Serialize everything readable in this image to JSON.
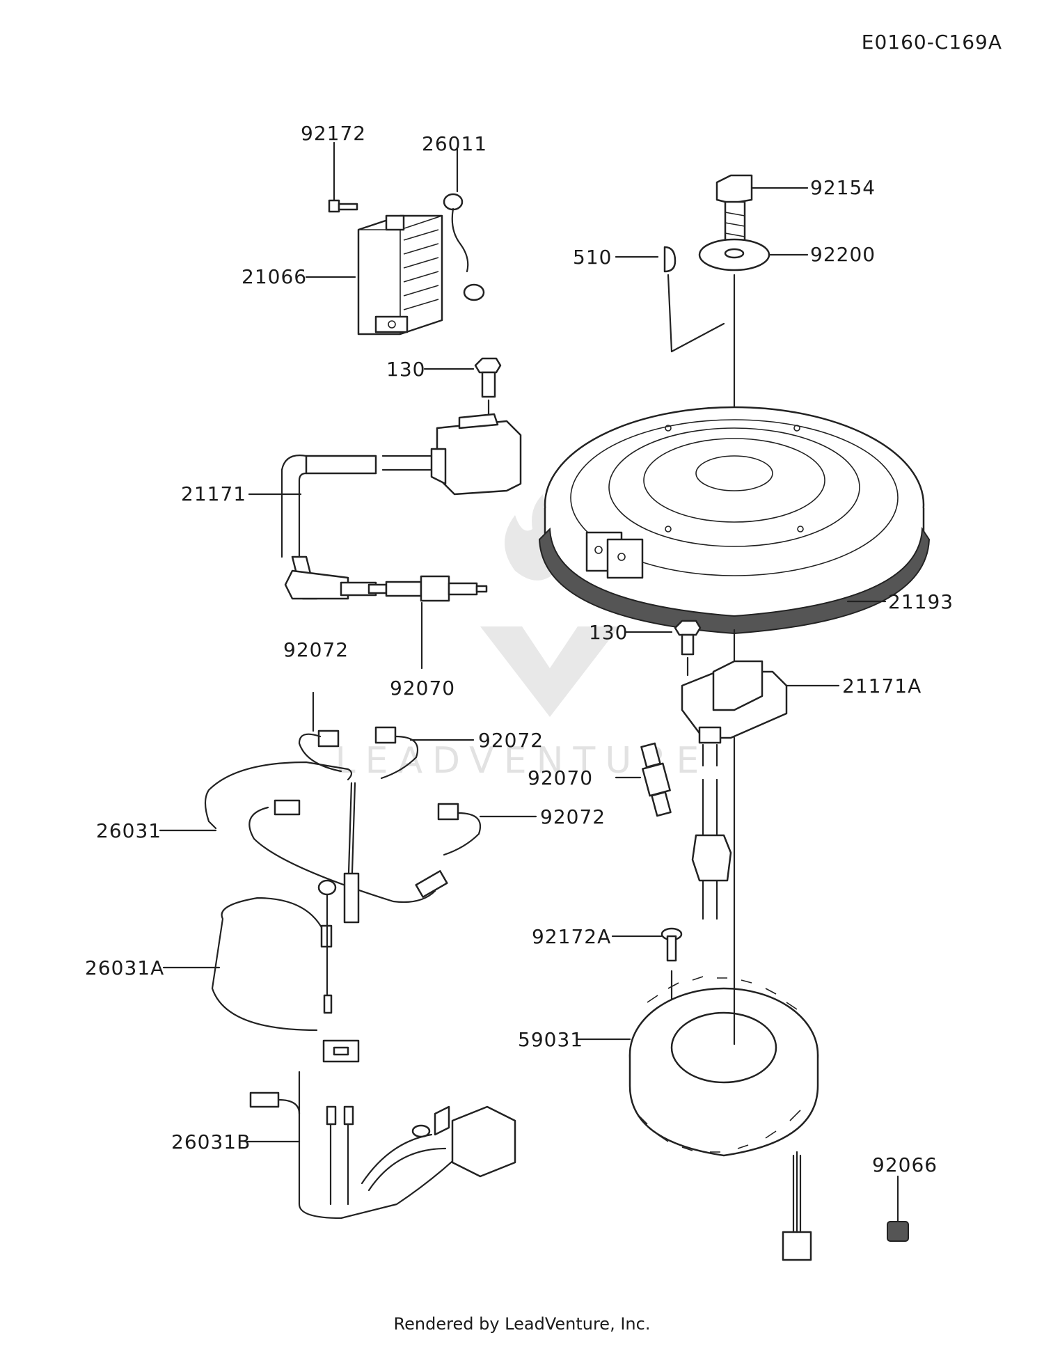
{
  "diagram_code": "E0160-C169A",
  "footer": "Rendered by LeadVenture, Inc.",
  "watermark": "LEADVENTURE",
  "callouts": [
    {
      "id": "c-92172",
      "label": "92172"
    },
    {
      "id": "c-26011",
      "label": "26011"
    },
    {
      "id": "c-21066",
      "label": "21066"
    },
    {
      "id": "c-92154",
      "label": "92154"
    },
    {
      "id": "c-510",
      "label": "510"
    },
    {
      "id": "c-92200",
      "label": "92200"
    },
    {
      "id": "c-130-top",
      "label": "130"
    },
    {
      "id": "c-21171",
      "label": "21171"
    },
    {
      "id": "c-21193",
      "label": "21193"
    },
    {
      "id": "c-130-mid",
      "label": "130"
    },
    {
      "id": "c-92072-a",
      "label": "92072"
    },
    {
      "id": "c-92070-a",
      "label": "92070"
    },
    {
      "id": "c-21171A",
      "label": "21171A"
    },
    {
      "id": "c-92072-b",
      "label": "92072"
    },
    {
      "id": "c-92070-b",
      "label": "92070"
    },
    {
      "id": "c-26031",
      "label": "26031"
    },
    {
      "id": "c-92072-c",
      "label": "92072"
    },
    {
      "id": "c-26031A",
      "label": "26031A"
    },
    {
      "id": "c-92172A",
      "label": "92172A"
    },
    {
      "id": "c-59031",
      "label": "59031"
    },
    {
      "id": "c-92066",
      "label": "92066"
    },
    {
      "id": "c-26031B",
      "label": "26031B"
    }
  ]
}
